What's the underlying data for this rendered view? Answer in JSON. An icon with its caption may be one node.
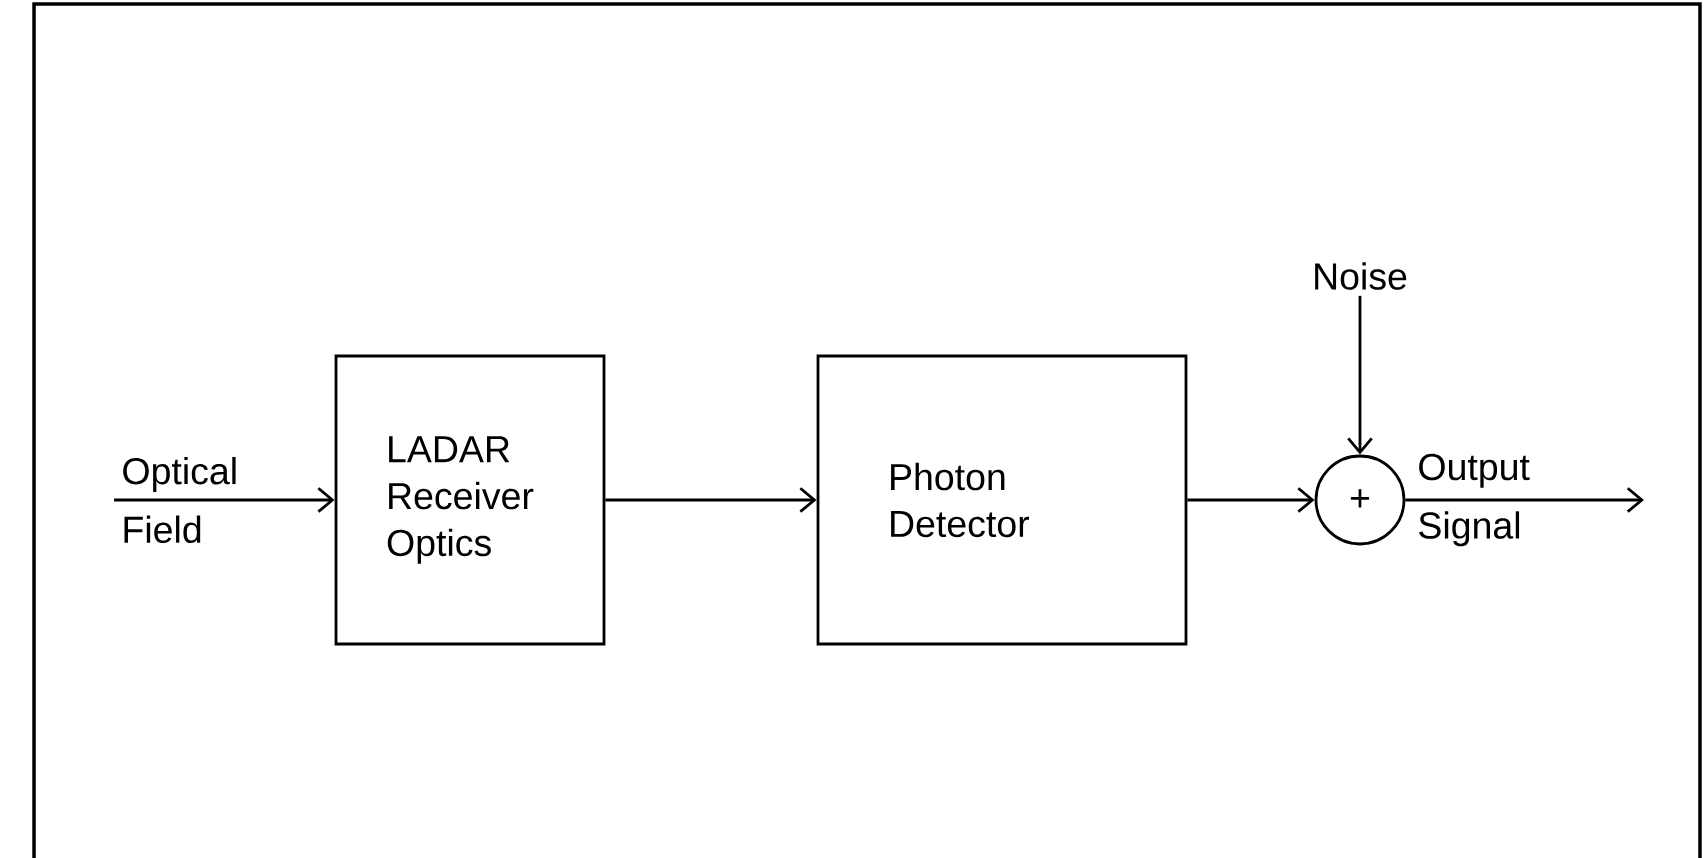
{
  "diagram": {
    "nodes": [
      {
        "text": [
          "LADAR Receiver Optics"
        ]
      },
      {
        "text": [
          "Photon Detector"
        ]
      },
      {
        "text": [
          "+"
        ]
      },
      {
        "text": [
          "Noise"
        ]
      }
    ],
    "edges": [
      {
        "from": null,
        "to": 0,
        "arrow": "to",
        "label": "Optical Field"
      },
      {
        "from": 0,
        "to": 1,
        "arrow": "to"
      },
      {
        "from": 1,
        "to": 2,
        "arrow": "to"
      },
      {
        "from": 3,
        "to": 2,
        "arrow": "to"
      },
      {
        "from": 2,
        "to": null,
        "arrow": "to",
        "label": "Output Signal"
      }
    ]
  }
}
